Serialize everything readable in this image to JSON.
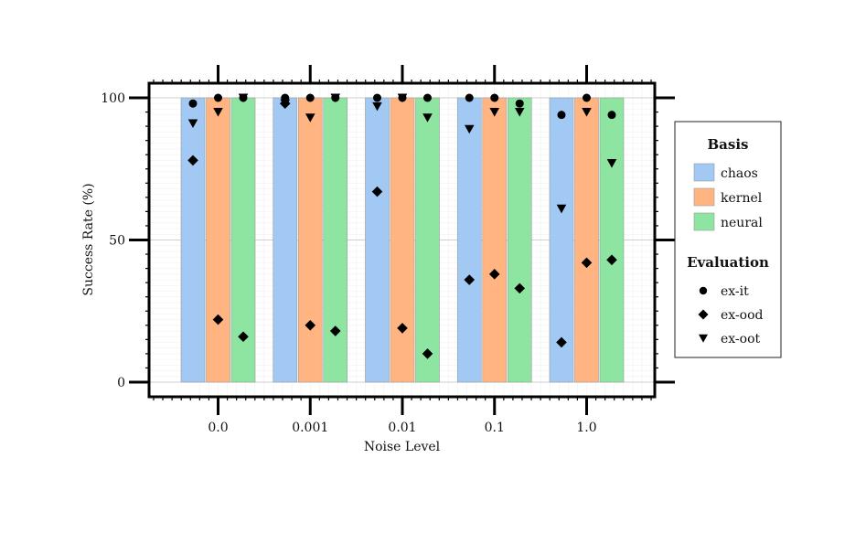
{
  "chart_data": {
    "type": "bar",
    "xlabel": "Noise Level",
    "ylabel": "Success Rate (%)",
    "ylim": [
      0,
      100
    ],
    "yticks": [
      0,
      50,
      100
    ],
    "categories": [
      "0.0",
      "0.001",
      "0.01",
      "0.1",
      "1.0"
    ],
    "grid": true,
    "legend_placement": "right",
    "bars": {
      "title": "Basis",
      "series": [
        {
          "name": "chaos",
          "color": "#a1c9f4",
          "values": [
            100,
            100,
            100,
            100,
            100
          ]
        },
        {
          "name": "kernel",
          "color": "#ffb482",
          "values": [
            100,
            100,
            100,
            100,
            100
          ]
        },
        {
          "name": "neural",
          "color": "#8de5a1",
          "values": [
            100,
            100,
            100,
            100,
            100
          ]
        }
      ]
    },
    "markers": {
      "title": "Evaluation",
      "series": [
        {
          "name": "ex-it",
          "marker": "circle",
          "values": [
            [
              98,
              100,
              100
            ],
            [
              100,
              100,
              100
            ],
            [
              100,
              100,
              100
            ],
            [
              100,
              100,
              98
            ],
            [
              94,
              100,
              94
            ]
          ]
        },
        {
          "name": "ex-ood",
          "marker": "diamond",
          "values": [
            [
              78,
              22,
              16
            ],
            [
              98,
              20,
              18
            ],
            [
              67,
              19,
              10
            ],
            [
              36,
              38,
              33
            ],
            [
              14,
              42,
              43
            ]
          ]
        },
        {
          "name": "ex-oot",
          "marker": "triangle-down",
          "values": [
            [
              91,
              95,
              100
            ],
            [
              98,
              93,
              100
            ],
            [
              97,
              100,
              93
            ],
            [
              89,
              95,
              95
            ],
            [
              61,
              95,
              77
            ]
          ]
        }
      ]
    }
  }
}
